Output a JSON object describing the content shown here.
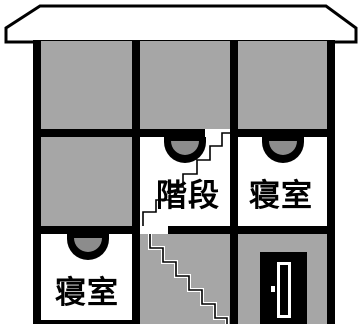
{
  "labels": {
    "stairs": "階段",
    "bedroom_upper": "寝室",
    "bedroom_lower": "寝室"
  },
  "colors": {
    "outline": "#000000",
    "roof_fill": "#ffffff",
    "room_gray": "#a6a6a6",
    "room_white": "#ffffff",
    "detector_fill": "#8c8c8c",
    "door_fill": "#111111"
  },
  "icons": {
    "detector": "smoke-detector-icon",
    "door": "door-icon"
  }
}
